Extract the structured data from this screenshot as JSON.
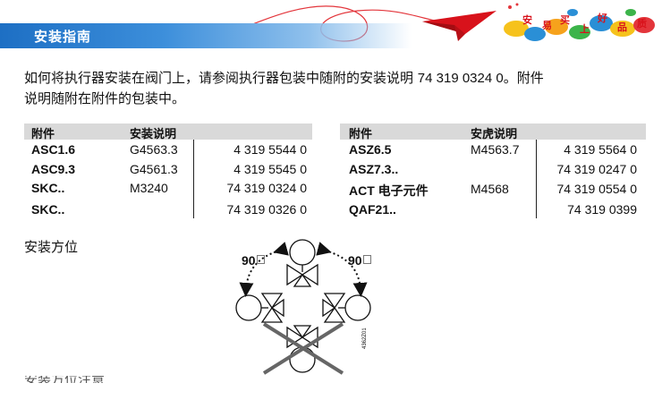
{
  "header": {
    "title": "安装指南",
    "banner_chars": [
      "安",
      "易",
      "买",
      "上",
      "好",
      "品",
      "质"
    ],
    "colors": {
      "title_bar": "#1d6fc4",
      "plane": "#d8121b",
      "banner_text": "#d8121b"
    }
  },
  "intro": {
    "line1_before": "如何将执行器安装在阀门上，请参阅执行器包装中随附的安装说明 ",
    "code": "74 319 0324 0",
    "line1_after": "。附件",
    "line2": "说明随附在附件的包装中。"
  },
  "table_left": {
    "headers": [
      "附件",
      "安装说明"
    ],
    "rows": [
      {
        "accessory": "ASC1.6",
        "instruction": "G4563.3",
        "number": "4 319 5544 0"
      },
      {
        "accessory": "ASC9.3",
        "instruction": "G4561.3",
        "number": "4 319 5545 0"
      },
      {
        "accessory": "SKC..",
        "instruction": "M3240",
        "number": "74 319 0324 0"
      },
      {
        "accessory": "SKC..",
        "instruction": "",
        "number": "74 319 0326 0"
      }
    ]
  },
  "table_right": {
    "headers": [
      "附件",
      "安虎说明"
    ],
    "rows": [
      {
        "accessory": "ASZ6.5",
        "instruction": "M4563.7",
        "number": "4 319 5564 0"
      },
      {
        "accessory": "ASZ7.3..",
        "instruction": "",
        "number": "74 319 0247 0"
      },
      {
        "accessory": "ACT 电子元件",
        "instruction": "M4568",
        "number": "74 319 0554 0"
      },
      {
        "accessory": "QAF21..",
        "instruction": "",
        "number": "74 319 0399"
      }
    ]
  },
  "orientation": {
    "title": "安装方位",
    "angle_left": "90",
    "angle_right": "90",
    "figure_code": "4362Z01"
  },
  "footer": {
    "partial_text": "安装方位注意"
  }
}
